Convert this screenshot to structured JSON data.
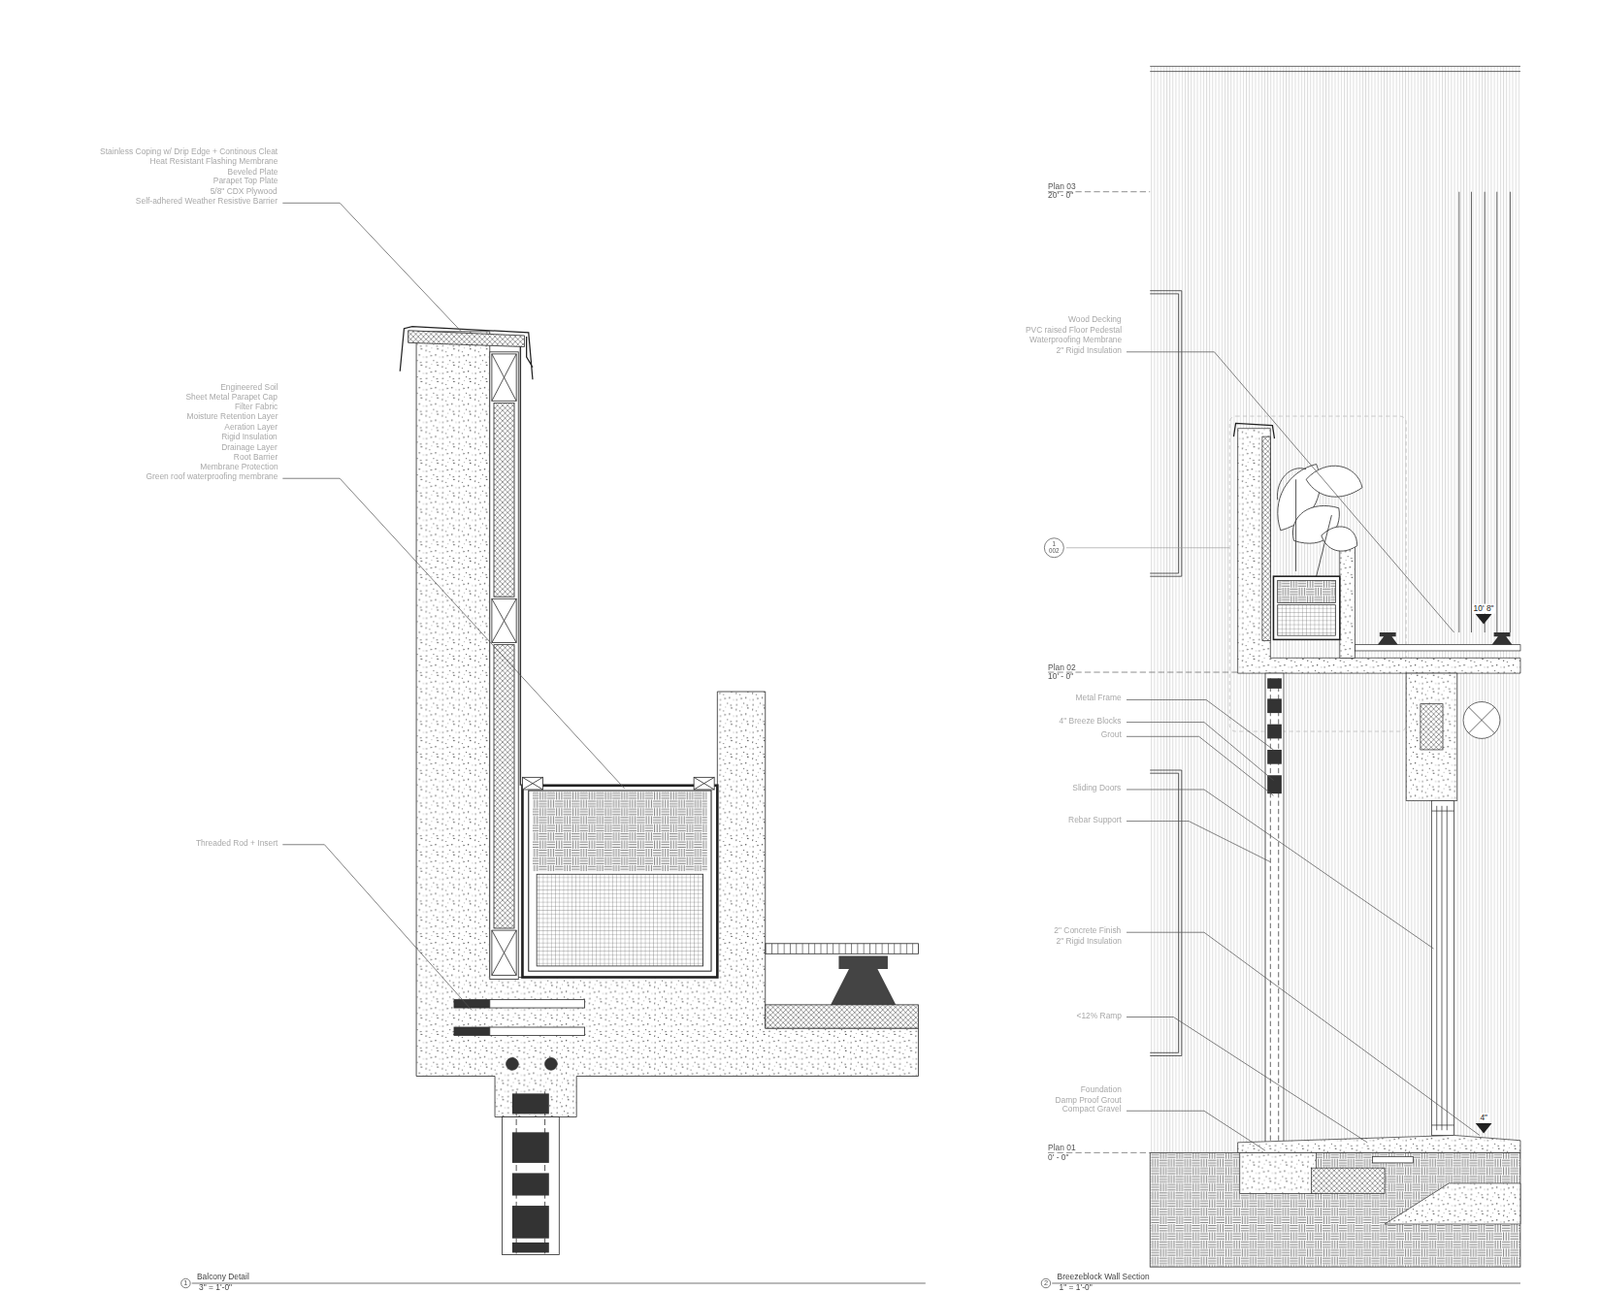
{
  "diagram": {
    "nodes": [
      {
        "text": [
          "1",
          "002"
        ]
      },
      {
        "text": [
          "1"
        ]
      },
      {
        "text": [
          "2"
        ]
      }
    ],
    "edges": [],
    "labels": [
      "Stainless Coping w/ Drip Edge + Continous Cleat",
      "Heat Resistant Flashing Membrane",
      "Beveled Plate",
      "Parapet Top Plate",
      "5/8\" CDX Plywood",
      "Self-adhered Weather Resistive Barrier",
      "Plan 03",
      "20' - 0\"",
      "Wood Decking",
      "PVC raised Floor Pedestal",
      "Waterproofing Membrane",
      "2\" Rigid Insulation",
      "Engineered Soil",
      "Sheet Metal Parapet Cap",
      "Filter Fabric",
      "Moisture Retention Layer",
      "Aeration Layer",
      "Rigid Insulation",
      "Drainage Layer",
      "Root Barrier",
      "Membrane Protection",
      "Green roof waterproofing membrane",
      "Plan 02",
      "10' - 0\"",
      "10' 8\"",
      "Metal Frame",
      "4\" Breeze Blocks",
      "Grout",
      "Sliding Doors",
      "Rebar Support",
      "Threaded Rod + Insert",
      "2\" Concrete Finish",
      "2\" Rigid Insulation",
      "<12% Ramp",
      "Foundation",
      "Damp Proof Grout",
      "Compact Gravel",
      "4\"",
      "Plan 01",
      "0' - 0\"",
      "Balcony Detail",
      "3\" = 1'-0\"",
      "Breezeblock Wall Section",
      "1\" = 1'-0\""
    ]
  }
}
